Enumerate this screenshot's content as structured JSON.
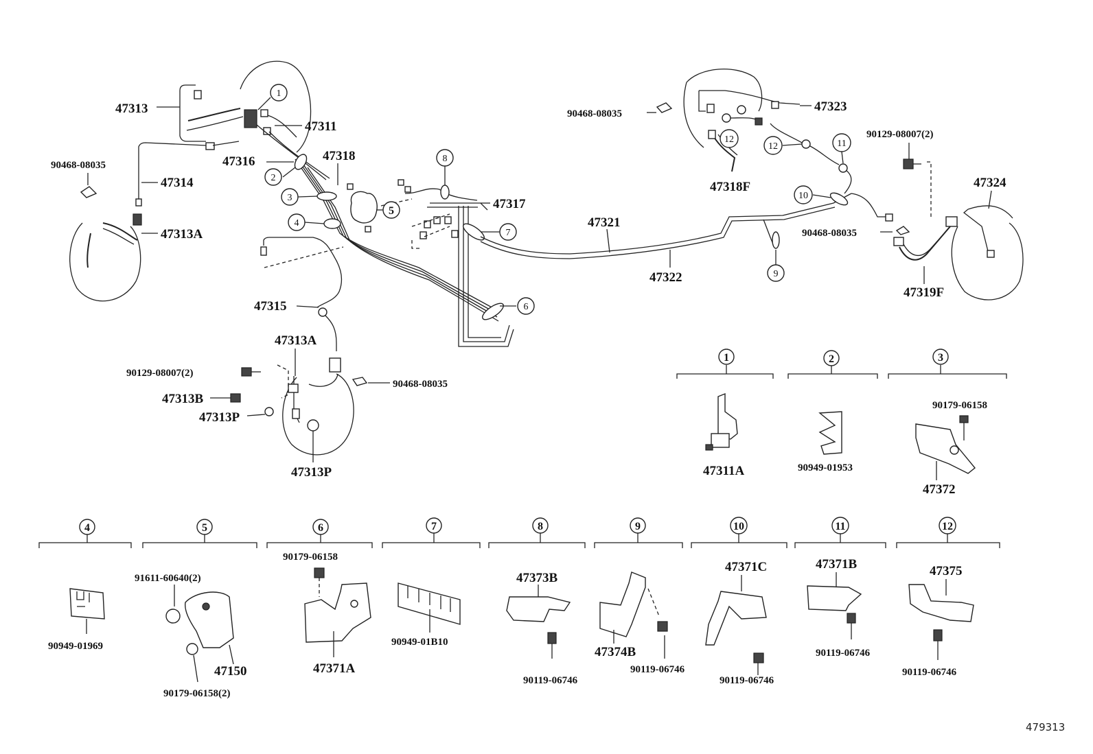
{
  "part_labels": {
    "p47313": "47313",
    "p47311": "47311",
    "p47314": "47314",
    "p47313A_top": "47313A",
    "p47316": "47316",
    "p47318": "47318",
    "p47317": "47317",
    "p47315": "47315",
    "p47313A_low": "47313A",
    "p47313B": "47313B",
    "p47313P_a": "47313P",
    "p47313P_b": "47313P",
    "p47321": "47321",
    "p47322": "47322",
    "p47323": "47323",
    "p47318F": "47318F",
    "p47324": "47324",
    "p47319F": "47319F",
    "p90468_a": "90468-08035",
    "p90468_b": "90468-08035",
    "p90468_c": "90468-08035",
    "p90468_d": "90468-08035",
    "p90129_a": "90129-08007(2)",
    "p90129_b": "90129-08007(2)"
  },
  "callouts": [
    "1",
    "2",
    "3",
    "4",
    "5",
    "6",
    "7",
    "8",
    "9",
    "10",
    "11",
    "12",
    "12"
  ],
  "detail_panels": [
    {
      "num": "1",
      "parts": [
        "47311A"
      ]
    },
    {
      "num": "2",
      "parts": [
        "90949-01953"
      ]
    },
    {
      "num": "3",
      "parts": [
        "90179-06158",
        "47372"
      ]
    },
    {
      "num": "4",
      "parts": [
        "90949-01969"
      ]
    },
    {
      "num": "5",
      "parts": [
        "91611-60640(2)",
        "47150",
        "90179-06158(2)"
      ]
    },
    {
      "num": "6",
      "parts": [
        "90179-06158",
        "47371A"
      ]
    },
    {
      "num": "7",
      "parts": [
        "90949-01B10"
      ]
    },
    {
      "num": "8",
      "parts": [
        "47373B",
        "90119-06746"
      ]
    },
    {
      "num": "9",
      "parts": [
        "47374B",
        "90119-06746"
      ]
    },
    {
      "num": "10",
      "parts": [
        "47371C",
        "90119-06746"
      ]
    },
    {
      "num": "11",
      "parts": [
        "47371B",
        "90119-06746"
      ]
    },
    {
      "num": "12",
      "parts": [
        "47375",
        "90119-06746"
      ]
    }
  ],
  "footer_code": "479313"
}
